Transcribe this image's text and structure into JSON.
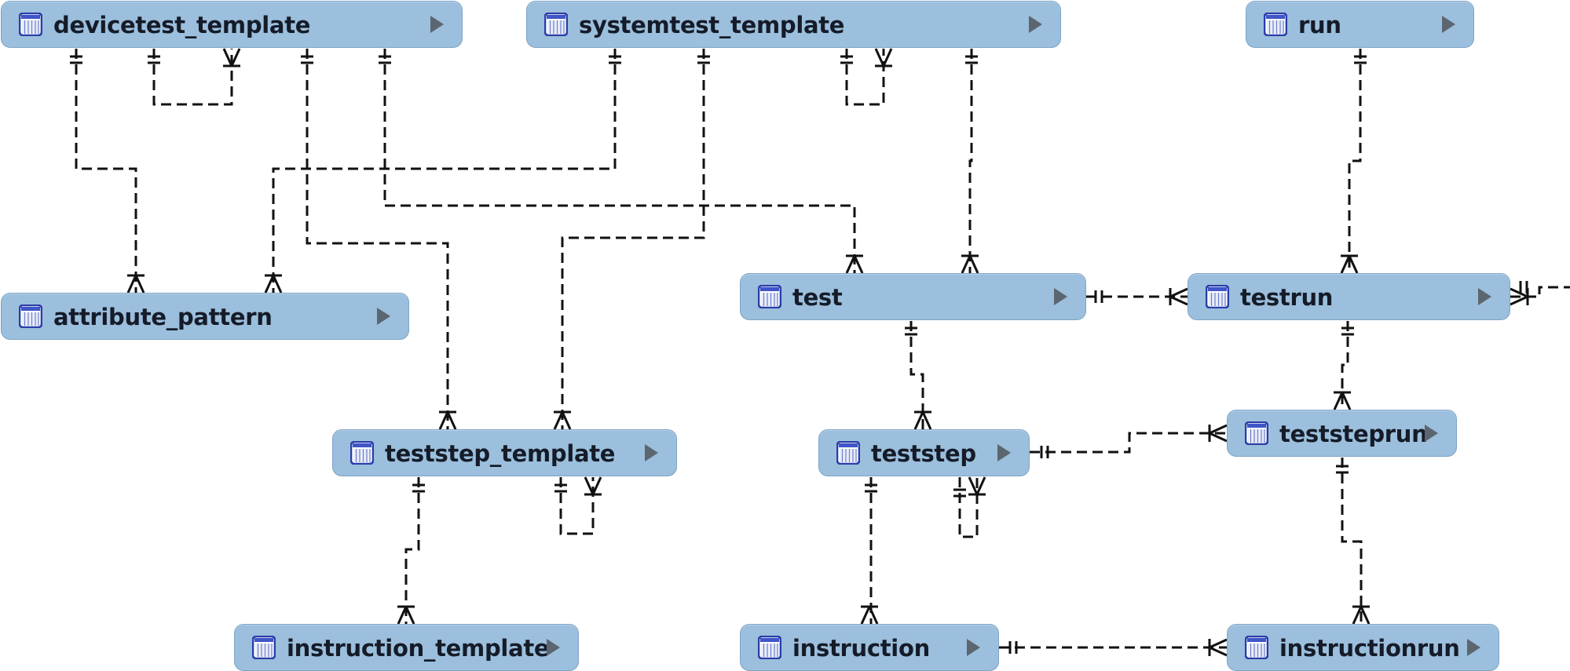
{
  "diagram": {
    "entities": [
      {
        "id": "devicetest_template",
        "name": "devicetest_template",
        "icon": "table-icon"
      },
      {
        "id": "systemtest_template",
        "name": "systemtest_template",
        "icon": "table-icon"
      },
      {
        "id": "run",
        "name": "run",
        "icon": "table-icon"
      },
      {
        "id": "attribute_pattern",
        "name": "attribute_pattern",
        "icon": "table-icon"
      },
      {
        "id": "test",
        "name": "test",
        "icon": "table-icon"
      },
      {
        "id": "testrun",
        "name": "testrun",
        "icon": "table-icon"
      },
      {
        "id": "teststep_template",
        "name": "teststep_template",
        "icon": "table-icon"
      },
      {
        "id": "teststep",
        "name": "teststep",
        "icon": "table-icon"
      },
      {
        "id": "teststeprun",
        "name": "teststeprun",
        "icon": "table-icon"
      },
      {
        "id": "instruction_template",
        "name": "instruction_template",
        "icon": "table-icon"
      },
      {
        "id": "instruction",
        "name": "instruction",
        "icon": "table-icon"
      },
      {
        "id": "instructionrun",
        "name": "instructionrun",
        "icon": "table-icon"
      }
    ],
    "relationships": [
      {
        "from": "devicetest_template",
        "to": "attribute_pattern",
        "cardinality": "one-to-many"
      },
      {
        "from": "systemtest_template",
        "to": "attribute_pattern",
        "cardinality": "one-to-many"
      },
      {
        "from": "devicetest_template",
        "to": "devicetest_template",
        "cardinality": "one-to-many"
      },
      {
        "from": "devicetest_template",
        "to": "teststep_template",
        "cardinality": "one-to-many"
      },
      {
        "from": "devicetest_template",
        "to": "test",
        "cardinality": "one-to-many"
      },
      {
        "from": "systemtest_template",
        "to": "teststep_template",
        "cardinality": "one-to-many"
      },
      {
        "from": "systemtest_template",
        "to": "systemtest_template",
        "cardinality": "one-to-many"
      },
      {
        "from": "systemtest_template",
        "to": "test",
        "cardinality": "one-to-many"
      },
      {
        "from": "run",
        "to": "testrun",
        "cardinality": "one-to-many"
      },
      {
        "from": "test",
        "to": "testrun",
        "cardinality": "one-to-many"
      },
      {
        "from": "test",
        "to": "teststep",
        "cardinality": "one-to-many"
      },
      {
        "from": "testrun",
        "to": "testrun",
        "cardinality": "one-to-many"
      },
      {
        "from": "testrun",
        "to": "teststeprun",
        "cardinality": "one-to-many"
      },
      {
        "from": "teststep_template",
        "to": "teststep_template",
        "cardinality": "one-to-many"
      },
      {
        "from": "teststep_template",
        "to": "instruction_template",
        "cardinality": "one-to-many"
      },
      {
        "from": "teststep",
        "to": "teststep",
        "cardinality": "one-to-many"
      },
      {
        "from": "teststep",
        "to": "teststeprun",
        "cardinality": "one-to-many"
      },
      {
        "from": "teststep",
        "to": "instruction",
        "cardinality": "one-to-many"
      },
      {
        "from": "teststeprun",
        "to": "instructionrun",
        "cardinality": "one-to-many"
      },
      {
        "from": "instruction",
        "to": "instructionrun",
        "cardinality": "one-to-many"
      }
    ]
  },
  "colors": {
    "entity_fill": "#9bbfdc",
    "entity_border": "#7ea4c6",
    "line": "#111111",
    "expand_arrow": "#5c6670",
    "icon_border": "#2a3da8"
  }
}
